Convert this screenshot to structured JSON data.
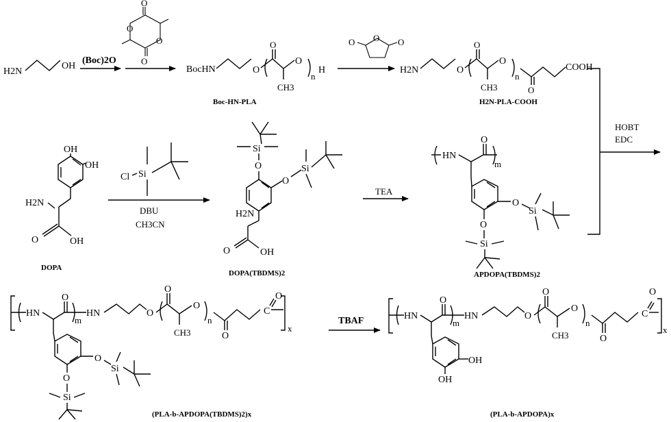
{
  "scheme": {
    "compounds": {
      "amino_propanol": {
        "h2n": "H2N",
        "oh": "OH"
      },
      "boc_hn_pla": {
        "prefix": "BocHN",
        "o1": "O",
        "o2": "O",
        "h": "H",
        "ch3": "CH3",
        "n": "n",
        "caption": "Boc-HN-PLA"
      },
      "h2n_pla_cooh": {
        "h2n": "H2N",
        "o1": "O",
        "o2": "O",
        "o3": "O",
        "ch3": "CH3",
        "n": "n",
        "cooh": "COOH",
        "caption": "H2N-PLA-COOH"
      },
      "dopa": {
        "oh1": "OH",
        "oh2": "OH",
        "h2n": "H2N",
        "o": "O",
        "oh3": "OH",
        "caption": "DOPA"
      },
      "tbdms_cl": {
        "cl": "Cl",
        "si": "Si"
      },
      "dopa_tbdms": {
        "si1": "Si",
        "si2": "Si",
        "o1": "O",
        "o2": "O",
        "h2n": "H2N",
        "o3": "O",
        "oh": "OH",
        "caption": "DOPA(TBDMS)2"
      },
      "apdopa_tbdms": {
        "hn": "HN",
        "o1": "O",
        "m": "m",
        "o2": "O",
        "si1": "Si",
        "o3": "O",
        "si2": "Si",
        "caption": "APDOPA(TBDMS)2"
      },
      "block_tbdms": {
        "hn1": "HN",
        "o1": "O",
        "m": "m",
        "hn2": "HN",
        "o2": "O",
        "o3": "O",
        "o4": "O",
        "ch3": "CH3",
        "n": "n",
        "o5": "O",
        "c": "C",
        "o6": "O",
        "x": "x",
        "o7": "O",
        "si1": "Si",
        "o8": "O",
        "si2": "Si",
        "caption": "(PLA-b-APDOPA(TBDMS)2)x"
      },
      "block_final": {
        "hn1": "HN",
        "o1": "O",
        "m": "m",
        "hn2": "HN",
        "o2": "O",
        "o3": "O",
        "o4": "O",
        "ch3": "CH3",
        "n": "n",
        "o5": "O",
        "c": "C",
        "o6": "O",
        "x": "x",
        "oh1": "OH",
        "oh2": "OH",
        "caption": "(PLA-b-APDOPA)x"
      }
    },
    "reagents": {
      "boc2o": "(Boc)2O",
      "succinic_o1": "O",
      "succinic_o2": "O",
      "succinic_o3": "O",
      "lactide_o1": "O",
      "lactide_o2": "O",
      "lactide_o3": "O",
      "lactide_o4": "O",
      "hobt": "HOBT",
      "edc": "EDC",
      "dbu": "DBU",
      "ch3cn": "CH3CN",
      "tea": "TEA",
      "tbaf": "TBAF"
    }
  }
}
